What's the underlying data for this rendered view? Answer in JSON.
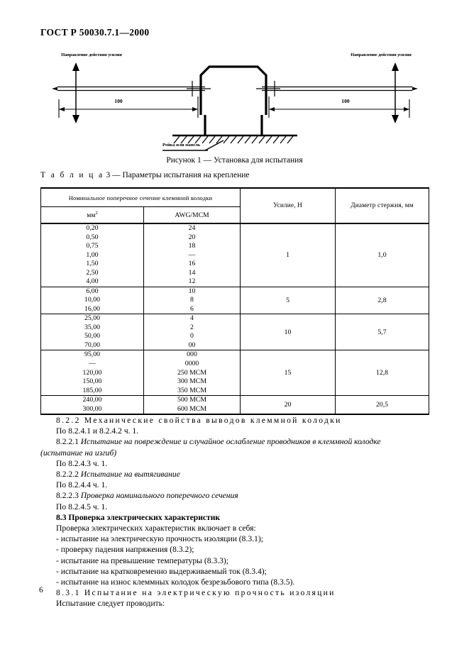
{
  "document": {
    "standard_header": "ГОСТ Р 50030.7.1—2000",
    "page_number": "6"
  },
  "figure": {
    "label_left": "Направление действия усилия",
    "label_right": "Направление действия усилия",
    "dim_left": "100",
    "dim_right": "100",
    "rail_label": "Рейка или панель",
    "caption": "Рисунок 1 — Установка для испытания"
  },
  "table": {
    "title_prefix": "Т а б л и ц а",
    "title_number": "3",
    "title_text": "— Параметры испытания на крепление",
    "headers": {
      "group": "Номинальное поперечное сечение клеммной колодки",
      "mm2": "мм",
      "mm2_sup": "2",
      "awg": "AWG/MCM",
      "force": "Усилие, Н",
      "diameter": "Диаметр стержня, мм"
    },
    "groups": [
      {
        "mm2": [
          "0,20",
          "0,50",
          "0,75",
          "1,00",
          "1,50",
          "2,50",
          "4,00"
        ],
        "awg": [
          "24",
          "20",
          "18",
          "—",
          "16",
          "14",
          "12"
        ],
        "force": "1",
        "diameter": "1,0"
      },
      {
        "mm2": [
          "6,00",
          "10,00",
          "16,00"
        ],
        "awg": [
          "10",
          "8",
          "6"
        ],
        "force": "5",
        "diameter": "2,8"
      },
      {
        "mm2": [
          "25,00",
          "35,00",
          "50,00",
          "70,00"
        ],
        "awg": [
          "4",
          "2",
          "0",
          "00"
        ],
        "force": "10",
        "diameter": "5,7"
      },
      {
        "mm2": [
          "95,00",
          "—",
          "120,00",
          "150,00",
          "185,00"
        ],
        "awg": [
          "000",
          "0000",
          "250 MCM",
          "300 MCM",
          "350 MCM"
        ],
        "force": "15",
        "diameter": "12,8"
      },
      {
        "mm2": [
          "240,00",
          "300,00"
        ],
        "awg": [
          "500 MCM",
          "600 MCM"
        ],
        "force": "20",
        "diameter": "20,5"
      }
    ]
  },
  "body": {
    "l1": "8.2.2 Механические свойства выводов клеммной колодки",
    "l2": "По 8.2.4.1 и 8.2.4.2 ч. 1.",
    "l3_num": "8.2.2.1",
    "l3_italic": "Испытание на повреждение и случайное ослабление проводников в клеммной колодке",
    "l4_italic": "(испытание на изгиб)",
    "l5": "По 8.2.4.3 ч. 1.",
    "l6_num": "8.2.2.2",
    "l6_italic": "Испытание на вытягивание",
    "l7": "По 8.2.4.4 ч. 1.",
    "l8_num": "8.2.2.3",
    "l8_italic": "Проверка номинального поперечного сечения",
    "l9": "По 8.2.4.5 ч. 1.",
    "l10": "8.3 Проверка электрических характеристик",
    "l11": "Проверка электрических характеристик включает в себя:",
    "l12": "- испытание на электрическую прочность изоляции (8.3.1);",
    "l13": "- проверку падения напряжения (8.3.2);",
    "l14": "- испытание на превышение температуры (8.3.3);",
    "l15": "- испытание на кратковременно выдерживаемый ток (8.3.4);",
    "l16": "- испытание на износ клеммных колодок безрезьбового типа (8.3.5).",
    "l17": "8.3.1 Испытание на электрическую прочность изоляции",
    "l18": "Испытание следует проводить:"
  }
}
